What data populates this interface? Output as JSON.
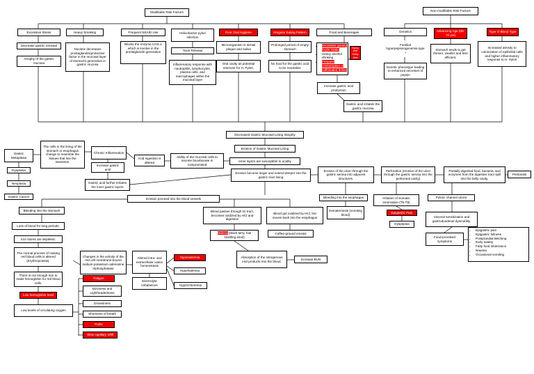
{
  "modifiable": {
    "title": "Modifiable Risk Factors",
    "stress": "Excessive Stress",
    "stress_1": "Decrease gastric renewal",
    "stress_2": "Atrophy of the gastric mucosa",
    "smoking": "Heavy Smoking",
    "smoking_1": "Nicotine decreases prostaglandin(protective factor in the mucosal layer of stomach) generation in gastric mucosa",
    "nsaid": "Frequent NSAID Use",
    "nsaid_1": "Blocks the enzyme COX-1 which is involve in the prostaglandin generation",
    "hpylori": "Helicobacter pylori infection",
    "hpylori_1": "Toxin Release",
    "hpylori_2": "Inflammatory response with neutrophils, lymphocytes, plasma cells, and macrophages within the mucosal layer",
    "oral": "Poor Oral Hygiene",
    "oral_1": "Microorganism in dental plaque and saliva",
    "oral_2": "Oral cavity as potential reservoir for H. Pylori.",
    "eating": "Irregular Eating Pattern",
    "eating_1": "Prolonged period of empty stomach",
    "eating_2": "No food for the gastric acid to be neutralize",
    "food": "Food and Beverages",
    "food_items": [
      "Excessive greasy foods intake",
      "Heavy alcohol drinking",
      "Frequent consumption of caffeinated drinks"
    ],
    "food_side": "Spicy and Salty Diet",
    "food_1": "Increase gastric acid production",
    "food_2": "Gastric acid irritates the gastric mucosa"
  },
  "nonmodifiable": {
    "title": "Non-modifiable Risk Factors",
    "genetics": "Genetics",
    "genetics_1": "Familial hyperpepsinogenemia type I",
    "genetics_2": "Genetic phenotype leading to enhanced secretion of pepsin",
    "age": "Advancing Age (50-70 yrs)",
    "age_1": "Stomach tends to get thinner, weaker and less efficient.",
    "blood": "Type O Blood Type",
    "blood_1": "Increased density to colonization of epithelial cells and higher inflammatory response to H. Pylori"
  },
  "pathway": {
    "decreased_integrity": "Decreased Gastric Mucosal Lining Integrity",
    "erosion": "Erosion of Gastric Mucosal Lining",
    "inner_layers": "Inner layers are susceptible to acidity",
    "ability": "Ability of the mucosal cells to secrete bicarbonate is compromised",
    "acid_ingestion": "Acid ingestion is altered",
    "chronic_inflammation": "Chronic Inflammation",
    "cells_change": "The cells in the lining of the stomach or esophagus change to resemble the tissues that line the intestines.",
    "gastric_metaplasia": "Gastric Metaplasia",
    "dysplasia": "Dysplasia",
    "neoplasia": "Neoplasia",
    "gastric_cancer": "Gastric Cancer",
    "increase_acid": "Increase gastric acid",
    "acid_further": "Gastric acid further irritates the inner gastric layers",
    "erosion_larger": "Erosion become larger and extend deeper into the gastric tract lining",
    "erosion_ulcer": "Erosion of the ulcer through the gastric serosa into adjacent structures.",
    "perforation": "Perforation (erosion of the ulcer through the gastric serosa into the peritoneal cavity)",
    "partially_digested": "Partially digested food, bacteria, and enzymes from the digestive tract spill into the belly cavity.",
    "peritonitis": "Peritonitis",
    "blood_vessels": "Erosion proceed into the blood vessels",
    "bleeding_stomach": "Bleeding into the stomach",
    "loss_blood": "Loss of blood for long periods.",
    "iron_depleted": "Iron stores are depleted.",
    "normal_process": "The normal process of making red blood cells is altered (Erythropoiesis).",
    "not_enough_iron": "There is not enough iron to make hemoglobin for red blood cells.",
    "low_hemoglobin": "Low hemoglobin level",
    "low_oxygen": "Low levels of circulating oxygen",
    "changes_activity": "Changes in the activity of the red cell membrane-bound sodium-potassium adenosine triphosphatase",
    "altered_cation": "Altered intra- and extracellular cation homeostasis",
    "electrolyte": "Electrolyte imbalances",
    "hyponatremia": "Hyponatremia",
    "hyperkalemia": "Hyperkalemia",
    "hyperchloremia": "Hyperchloremia",
    "symptoms": [
      "Fatigue",
      "Dizziness and Lightheadedness",
      "Drowsiness",
      "Shortness of breath",
      "Pallor",
      "Slow capillary refill"
    ],
    "blood_passes": "Blood passes through GI tract, becomes oxidized by HCl and digestion",
    "melena": "Melena",
    "melena_rest": " (black tarry, foul smelling stool)",
    "absorption": "Absorption of the nitrogenous end products into the blood.",
    "increase_bun": "Increase BUN",
    "blood_got": "Blood got oxidized by HCl, but moves back into the esophagus",
    "coffee_ground": "Coffee-ground emesis",
    "bleeding_esophagus": "Bleeding into the esophagus",
    "hematemesis": "Hematemesis (vomiting blood)",
    "irritation_somatic": "Irritation of Somatic innervation (T5-T8)",
    "epigastric_pain": "Epigastric Pain",
    "dyspepsia": "Dyspepsia",
    "pyloric": "Pyloric channel ulcers",
    "visceral": "Visceral sensitization and gastroduodenal dysmotility.",
    "food_provoked": "Food-provoked symptoms",
    "provoked_list": [
      "Epigastric pain",
      "Epigastric fullness",
      "Postprandial Belching",
      "Early satiety",
      "Fatty food intolerance",
      "Nausea",
      "Occasional vomiting"
    ]
  }
}
